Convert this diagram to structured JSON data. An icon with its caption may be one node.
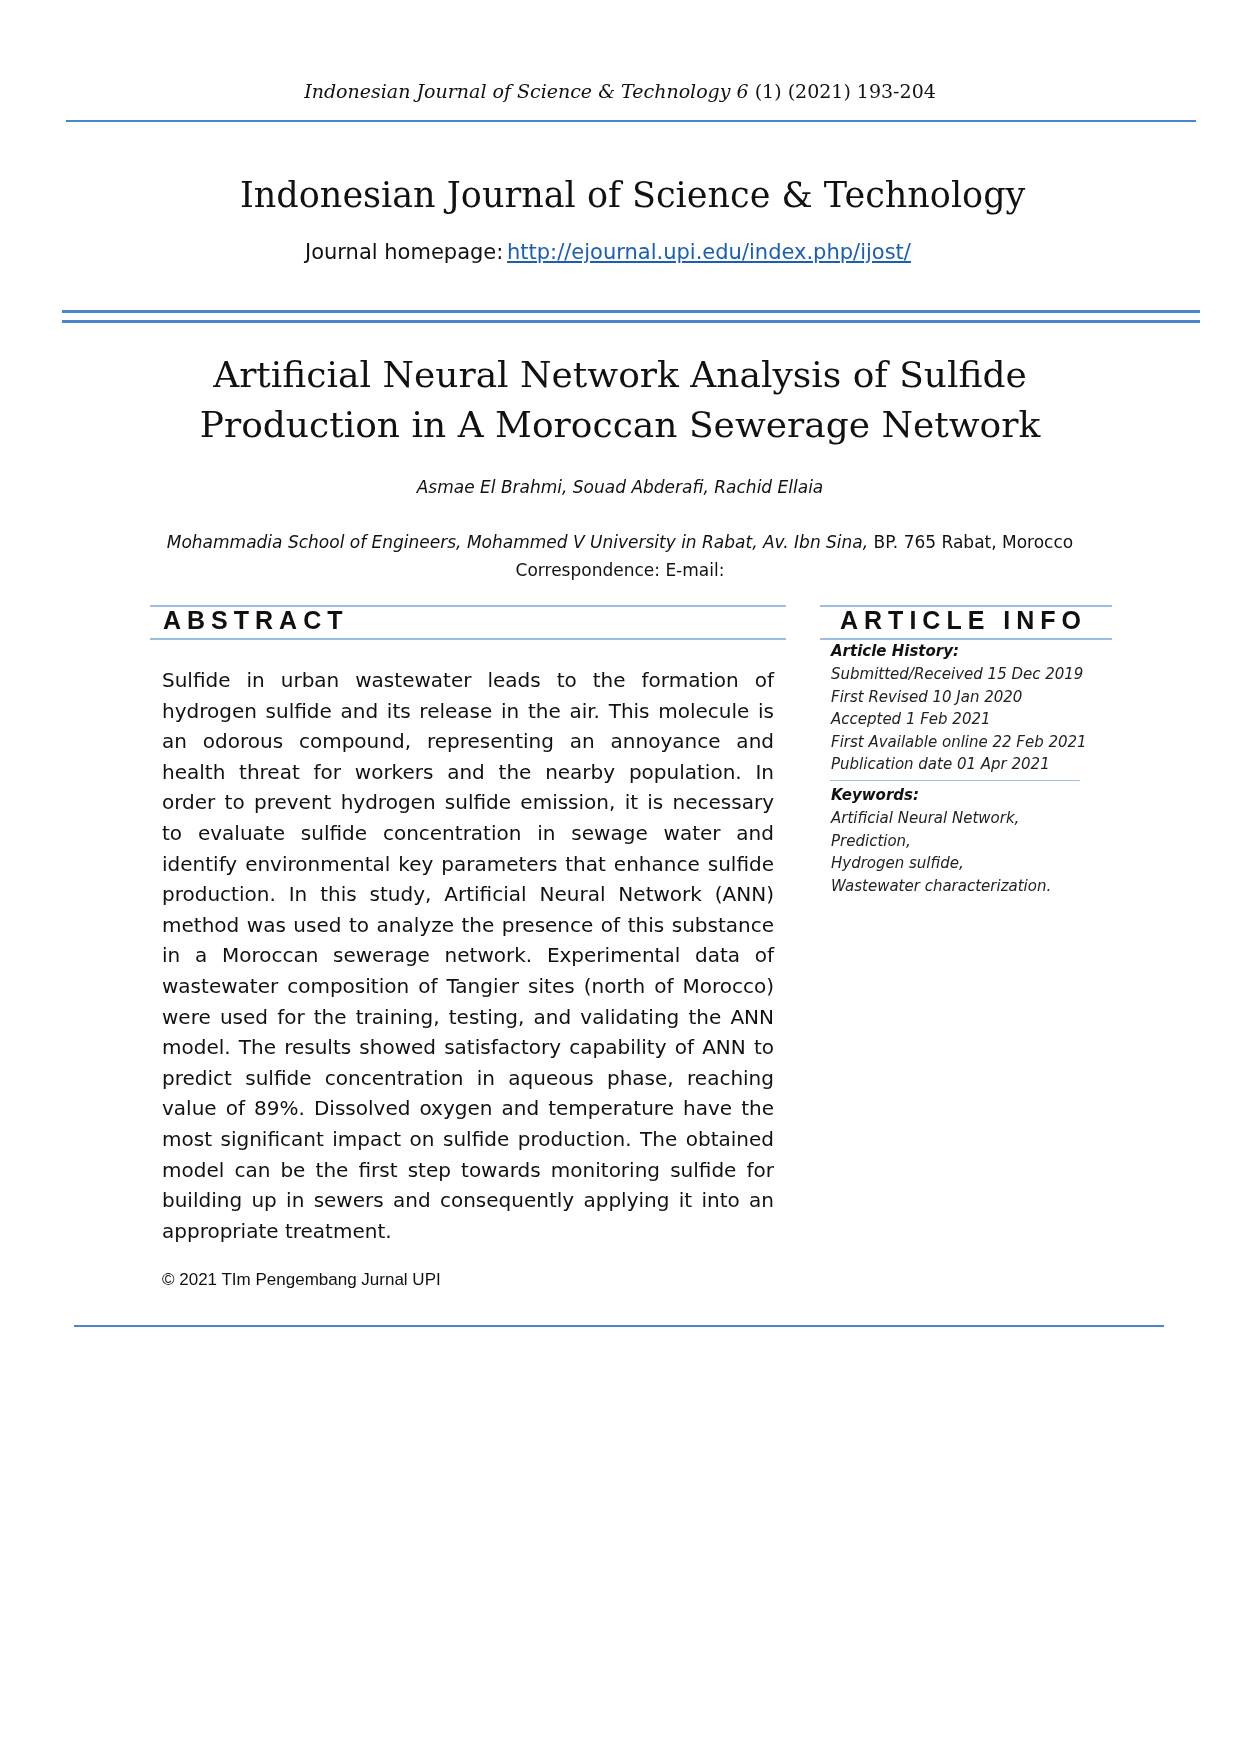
{
  "diagram": {
    "title": "Artificial Neural Network Analysis of Sulfide Production in A Moroccan Sewerage Network",
    "labels": [
      "*Indonesian Journal of Science & Technology 6* (1) (2021) 193-204",
      "Indonesian Journal of Science & Technology",
      "Journal homepage:",
      "http://ejournal.upi.edu/index.php/ijost/",
      "Asmae El Brahmi, Souad Abderafi, Rachid Ellaia",
      "*Mohammadia School of Engineers, Mohammed V University in Rabat, Av. Ibn Sina,* BP. 765 Rabat, Morocco",
      "Correspondence: E-mail:",
      "ABSTRACT",
      "Sulfide in urban wastewater leads to the formation of hydrogen sulfide and its release in the air. This molecule is an odorous compound, representing an annoyance and health threat for workers and the nearby population. In order to prevent hydrogen sulfide emission, it is necessary to evaluate sulfide concentration in sewage water and identify environmental key parameters that enhance sulfide production. In this study, Artificial Neural Network (ANN) method was used to analyze the presence of this substance in a Moroccan sewerage network. Experimental data of wastewater composition of Tangier sites (north of Morocco) were used for the training, testing, and validating the ANN model. The results showed satisfactory capability of ANN to predict sulfide concentration in aqueous phase, reaching value of 89%. Dissolved oxygen and temperature have the most significant impact on sulfide production. The obtained model can be the first step towards monitoring sulfide for building up in sewers and consequently applying it into an appropriate treatment.",
      "© 2021 TIm Pengembang Jurnal UPI",
      "ARTICLE INFO",
      "Article History:",
      "Submitted/Received 15 Dec 2019",
      "First Revised 10 Jan 2020",
      "Accepted 1 Feb 2021",
      "First Available online 22 Feb 2021",
      "Publication date 01 Apr 2021",
      "Keywords:",
      "Artificial Neural Network,",
      "Prediction,",
      "Hydrogen sulfide,",
      "Wastewater characterization."
    ]
  }
}
